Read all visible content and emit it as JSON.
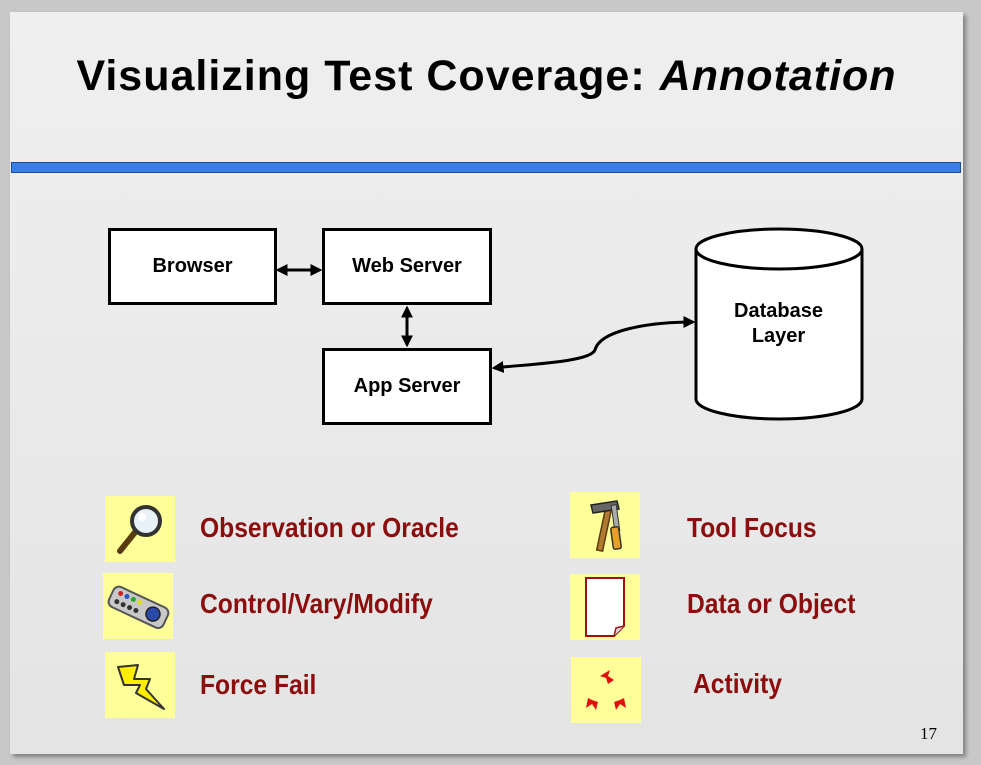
{
  "title": {
    "main": "Visualizing Test Coverage:",
    "sub": "Annotation"
  },
  "diagram": {
    "boxes": {
      "browser": "Browser",
      "web_server": "Web Server",
      "app_server": "App Server"
    },
    "database": {
      "line1": "Database",
      "line2": "Layer"
    }
  },
  "legend": {
    "observation": {
      "label": "Observation or Oracle",
      "icon": "magnifier-icon"
    },
    "control": {
      "label": "Control/Vary/Modify",
      "icon": "remote-control-icon"
    },
    "force_fail": {
      "label": "Force Fail",
      "icon": "lightning-icon"
    },
    "tool_focus": {
      "label": "Tool Focus",
      "icon": "hammer-screwdriver-icon"
    },
    "data_object": {
      "label": "Data or Object",
      "icon": "document-icon"
    },
    "activity": {
      "label": "Activity",
      "icon": "cycle-arrows-icon"
    }
  },
  "page_number": "17",
  "colors": {
    "bar": "#3a7ee6",
    "legend_text": "#8b0d0d",
    "icon_bg": "#ffff99"
  }
}
